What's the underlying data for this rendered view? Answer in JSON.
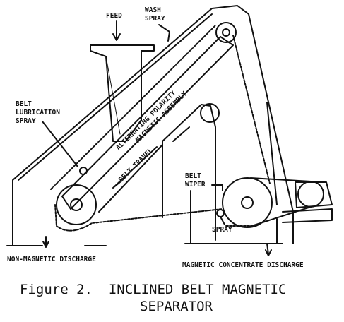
{
  "labels": {
    "feed": "FEED",
    "wash_spray": [
      "WASH",
      "SPRAY"
    ],
    "belt_lubrication_spray": [
      "BELT",
      "LUBRICATION",
      "SPRAY"
    ],
    "alternating_polarity": "ALTERNATING POLARITY",
    "magnetic_assembly": "MAGNETIC ASSEMBLY",
    "belt_travel": "BELT TRAVEL",
    "belt_wiper": [
      "BELT",
      "WIPER"
    ],
    "spray": "SPRAY",
    "non_magnetic_discharge": "NON-MAGNETIC DISCHARGE",
    "magnetic_concentrate_discharge": "MAGNETIC CONCENTRATE DISCHARGE"
  },
  "caption": {
    "line1": "Figure 2.  INCLINED BELT MAGNETIC",
    "line2": "SEPARATOR"
  },
  "colors": {
    "ink": "#111111",
    "background": "#ffffff"
  }
}
